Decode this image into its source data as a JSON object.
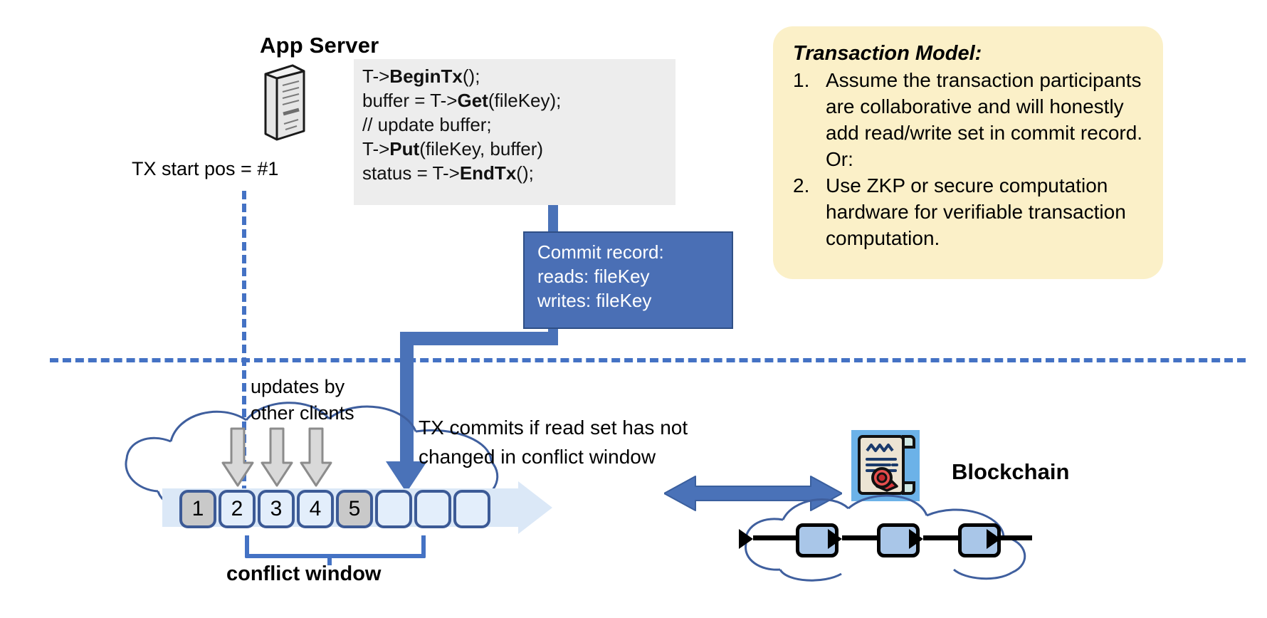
{
  "app_server": {
    "title": "App Server",
    "icon": "server-icon",
    "code_lines": [
      {
        "pre": "T->",
        "bold": "BeginTx",
        "post": "();"
      },
      {
        "pre": "buffer = T->",
        "bold": "Get",
        "post": "(fileKey);"
      },
      {
        "pre": "// update buffer;",
        "bold": "",
        "post": ""
      },
      {
        "pre": "T->",
        "bold": "Put",
        "post": "(fileKey, buffer)"
      },
      {
        "pre": "status = T->",
        "bold": "EndTx",
        "post": "();"
      }
    ]
  },
  "tx_start": {
    "label": "TX start pos = #1"
  },
  "commit_record": {
    "lines": [
      "Commit record:",
      "reads: fileKey",
      "writes: fileKey"
    ]
  },
  "transaction_model": {
    "title": "Transaction Model:",
    "items": [
      {
        "num": "1.",
        "text": "Assume the transaction participants are collaborative and will honestly add read/write set in commit record.  Or:"
      },
      {
        "num": "2.",
        "text": "Use ZKP or secure computation hardware for verifiable transaction computation."
      }
    ]
  },
  "log": {
    "updates_label": "updates by\nother clients",
    "commits_label": "TX commits if read set has not\nchanged in conflict window",
    "blocks": [
      {
        "label": "1",
        "state": "filled"
      },
      {
        "label": "2",
        "state": "empty"
      },
      {
        "label": "3",
        "state": "empty"
      },
      {
        "label": "4",
        "state": "empty"
      },
      {
        "label": "5",
        "state": "filled"
      },
      {
        "label": "",
        "state": "empty"
      },
      {
        "label": "",
        "state": "empty"
      },
      {
        "label": "",
        "state": "empty"
      }
    ],
    "conflict_window_label": "conflict window"
  },
  "blockchain": {
    "label": "Blockchain",
    "icon": "smart-contract-certificate-icon",
    "blocks": [
      "",
      "",
      ""
    ]
  },
  "colors": {
    "accent_blue": "#4472c4",
    "commit_box": "#4a6fb5",
    "model_panel": "#fbf0c8",
    "code_panel": "#ededed",
    "log_band": "#dbe8f7",
    "block_filled": "#c9c9c9",
    "block_empty": "#e3eefb",
    "bc_block": "#a9c6e8"
  }
}
